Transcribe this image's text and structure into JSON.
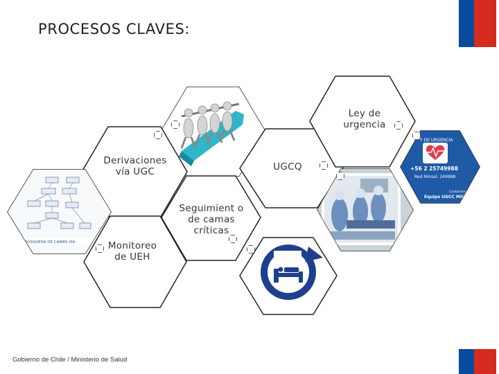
{
  "slide": {
    "title": "PROCESOS CLAVES:",
    "footer": "Gobierno de Chile / Ministerio de Salud"
  },
  "hexagons": [
    {
      "id": "derivaciones",
      "label": "Derivaciones vía  UGC"
    },
    {
      "id": "ugcq",
      "label": "UGCQ"
    },
    {
      "id": "ley",
      "label": "Ley de urgencia"
    },
    {
      "id": "seguimiento",
      "label": "Seguimient o de camas críticas"
    },
    {
      "id": "monitoreo",
      "label": "Monitoreo de UEH"
    }
  ],
  "images": {
    "urgency_card": {
      "header": "Y DE URGENCIA",
      "phone": "+56 2 25749988",
      "red_minsal": "Red Minsal: 249988",
      "footer_small": "Contáctenos",
      "footer": "Equipo UGCC MINS"
    },
    "flowchart_caption": "O DE BÚSQUEDA DE CAMAS VIA",
    "colors": {
      "flag_blue": "#0a4a9f",
      "flag_red": "#d52b1e",
      "card_blue": "#1e5aa6",
      "bed_icon_blue": "#1e3f8f",
      "arrow_teal": "#2fb6c8"
    },
    "icons": [
      "tug-of-war-figures",
      "bed-cycle-icon",
      "surgery-photo",
      "heart-pulse-icon",
      "flowchart-diagram"
    ]
  }
}
